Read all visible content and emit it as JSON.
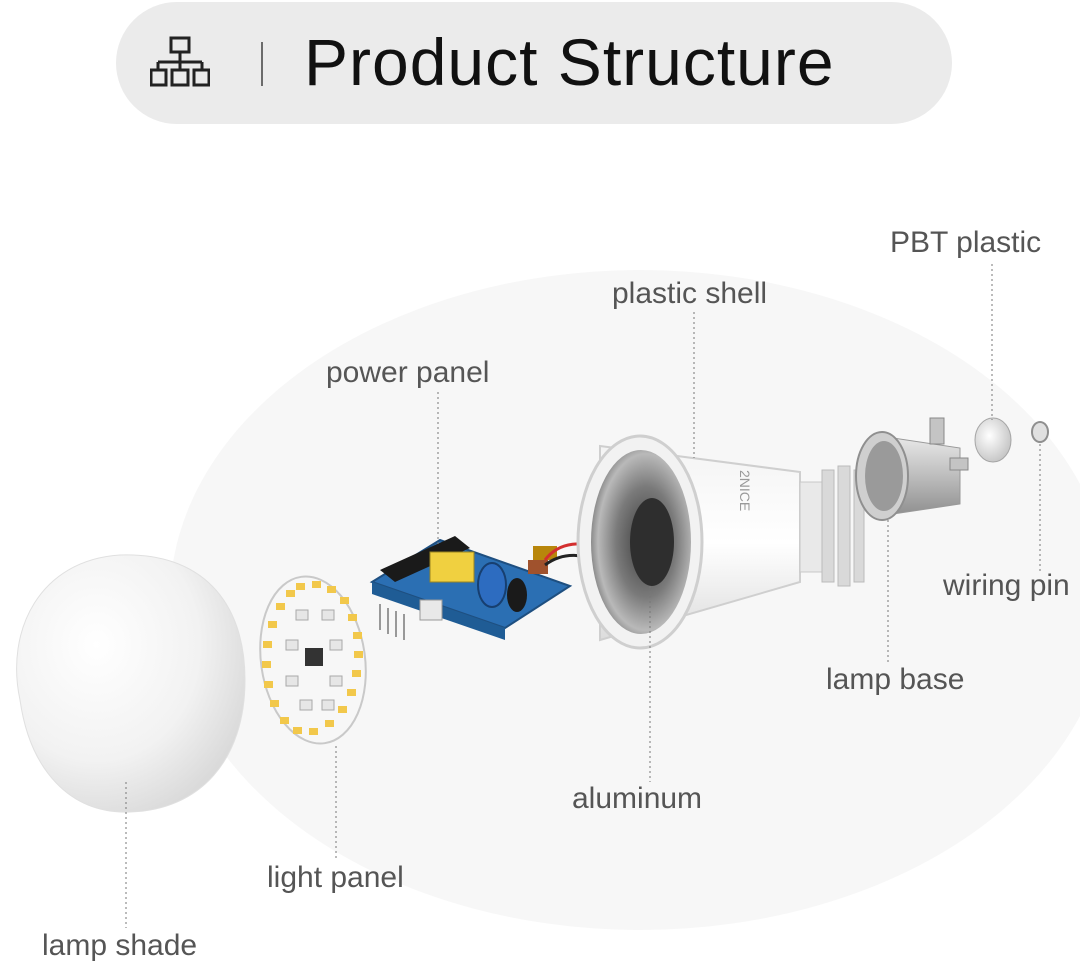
{
  "header": {
    "title": "Product Structure",
    "icon": "hierarchy-icon"
  },
  "brand_mark": "2NICE",
  "components": [
    {
      "id": "pbt-plastic",
      "label": "PBT plastic"
    },
    {
      "id": "plastic-shell",
      "label": "plastic shell"
    },
    {
      "id": "power-panel",
      "label": "power panel"
    },
    {
      "id": "wiring-pin",
      "label": "wiring pin"
    },
    {
      "id": "lamp-base",
      "label": "lamp base"
    },
    {
      "id": "aluminum",
      "label": "aluminum"
    },
    {
      "id": "light-panel",
      "label": "light panel"
    },
    {
      "id": "lamp-shade",
      "label": "lamp shade"
    }
  ]
}
